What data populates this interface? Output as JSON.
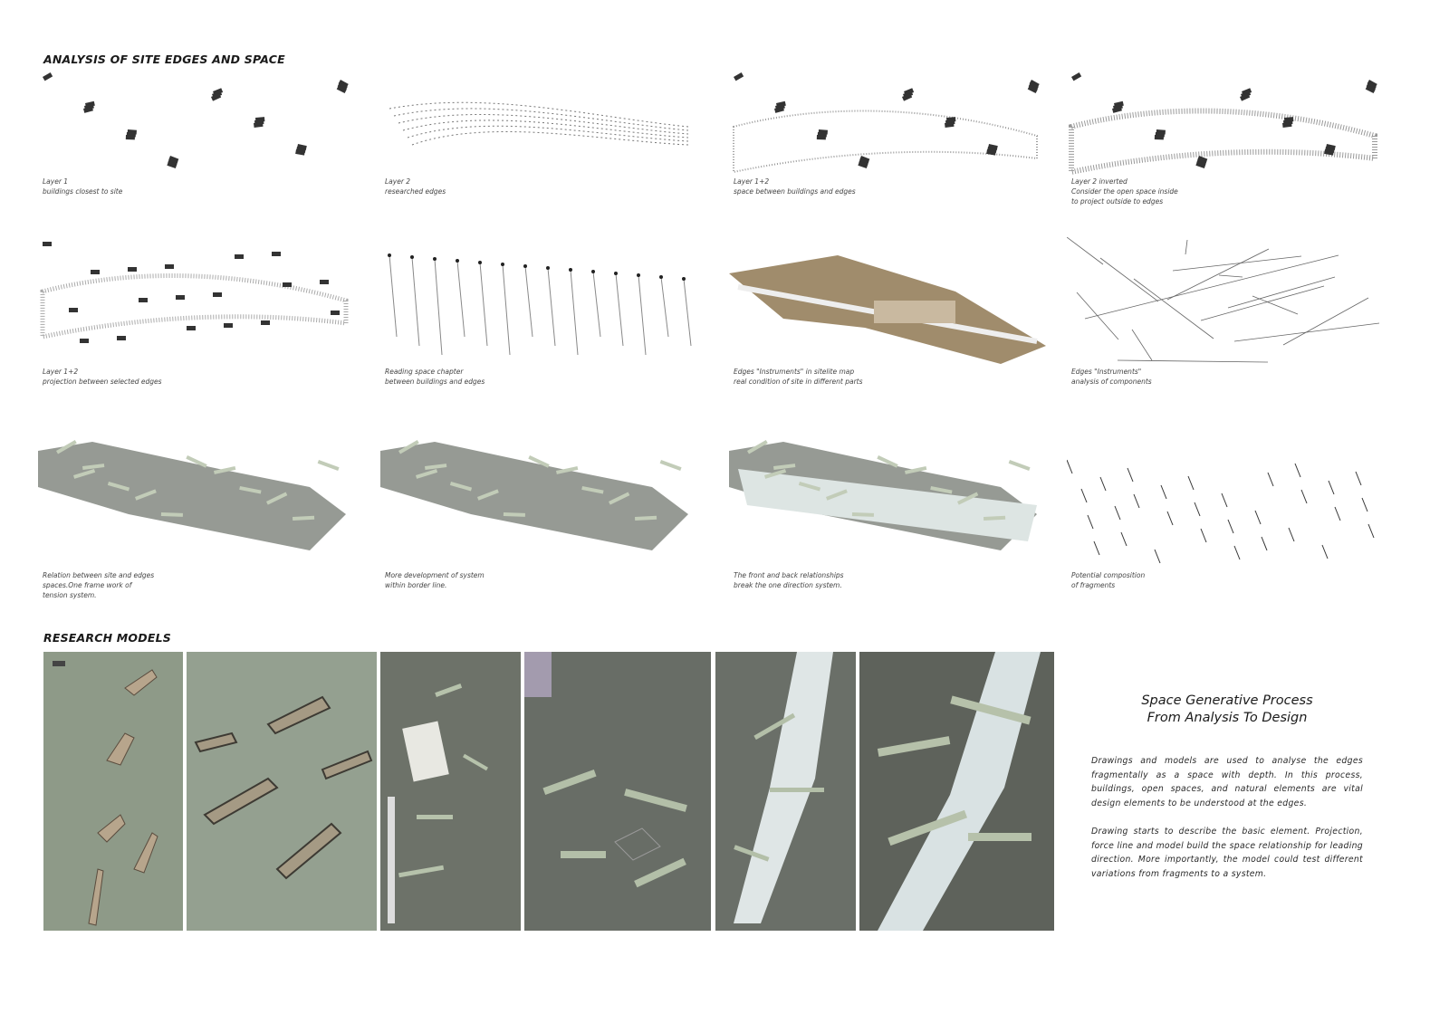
{
  "sections": {
    "analysis_title": "ANALYSIS OF SITE EDGES AND SPACE",
    "models_title": "RESEARCH MODELS"
  },
  "panels": [
    {
      "line1": "Layer 1",
      "line2": "buildings closest to site",
      "line3": ""
    },
    {
      "line1": "Layer 2",
      "line2": "researched edges",
      "line3": ""
    },
    {
      "line1": "Layer 1+2",
      "line2": "space between buildings and edges",
      "line3": ""
    },
    {
      "line1": "Layer 2 inverted",
      "line2": "Consider the open space inside",
      "line3": "to project outside to edges"
    },
    {
      "line1": "Layer 1+2",
      "line2": "projection between selected edges",
      "line3": ""
    },
    {
      "line1": "Reading space chapter",
      "line2": "between buildings and edges",
      "line3": ""
    },
    {
      "line1": "Edges \"Instruments\" in sitelite map",
      "line2": "real condition of site in different parts",
      "line3": ""
    },
    {
      "line1": "Edges \"Instruments\"",
      "line2": "analysis of components",
      "line3": ""
    },
    {
      "line1": "Relation between site and edges",
      "line2": "spaces.One frame work of",
      "line3": "tension system."
    },
    {
      "line1": "More development of system",
      "line2": "within border line.",
      "line3": ""
    },
    {
      "line1": "The front and back relationships",
      "line2": "break the one direction system.",
      "line3": ""
    },
    {
      "line1": "Potential composition",
      "line2": "of fragments",
      "line3": ""
    }
  ],
  "description": {
    "title1": "Space Generative Process",
    "title2": "From Analysis To Design",
    "para1": "Drawings and models are used to analyse the edges fragmentally as a space with depth. In this process, buildings, open spaces, and natural elements are vital design elements to be understood at the edges.",
    "para2": "Drawing starts to describe the basic element. Projection, force line and model build the space relationship for leading direction. More importantly, the model could test different variations from fragments to a system."
  },
  "colors": {
    "model_green": "#8f9a8a",
    "model_dark": "#6b7069",
    "paper_grey": "#9a9c98"
  }
}
